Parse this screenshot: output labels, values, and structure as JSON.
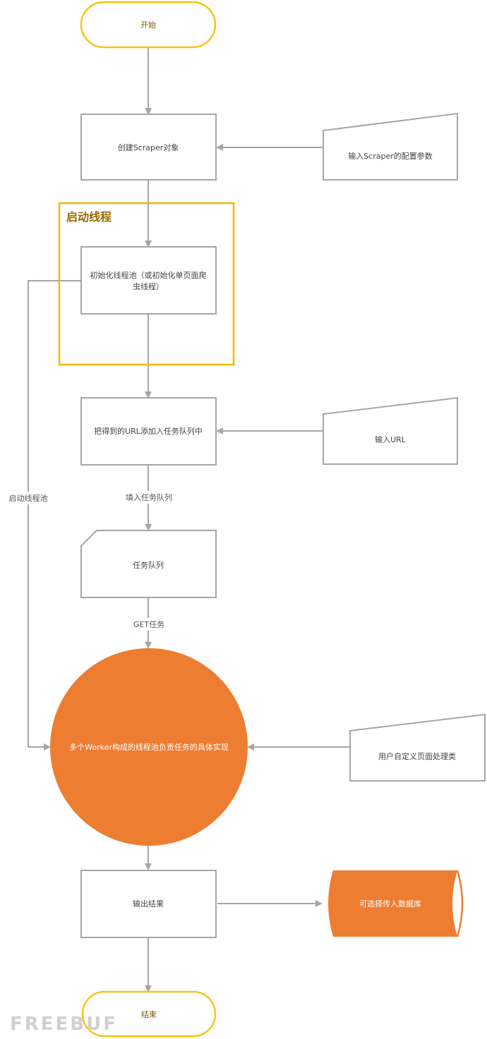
{
  "nodes": {
    "start": "开始",
    "create_scraper": "创建Scraper对象",
    "input_config": "输入Scraper的配置参数",
    "group_start_threads": "启动线程",
    "init_pool_line1": "初始化线程池（或初始化单页面爬",
    "init_pool_line2": "虫线程）",
    "add_url": "把得到的URL添加入任务队列中",
    "input_url": "输入URL",
    "task_queue": "任务队列",
    "worker_pool": "多个Worker构成的线程池负责任务的具体实现",
    "user_handler": "用户自定义页面处理类",
    "output_result": "输出结果",
    "database": "可选择传入数据库",
    "end": "结束"
  },
  "edges": {
    "fill_queue": "填入任务队列",
    "get_task": "GET任务",
    "start_pool": "启动线程池"
  },
  "watermark": "FREEBUF",
  "colors": {
    "terminal_stroke": "#f5c518",
    "process_stroke": "#a6a6a6",
    "group_stroke": "#f5b800",
    "orange_fill": "#ed7d31",
    "connector": "#a6a6a6"
  }
}
